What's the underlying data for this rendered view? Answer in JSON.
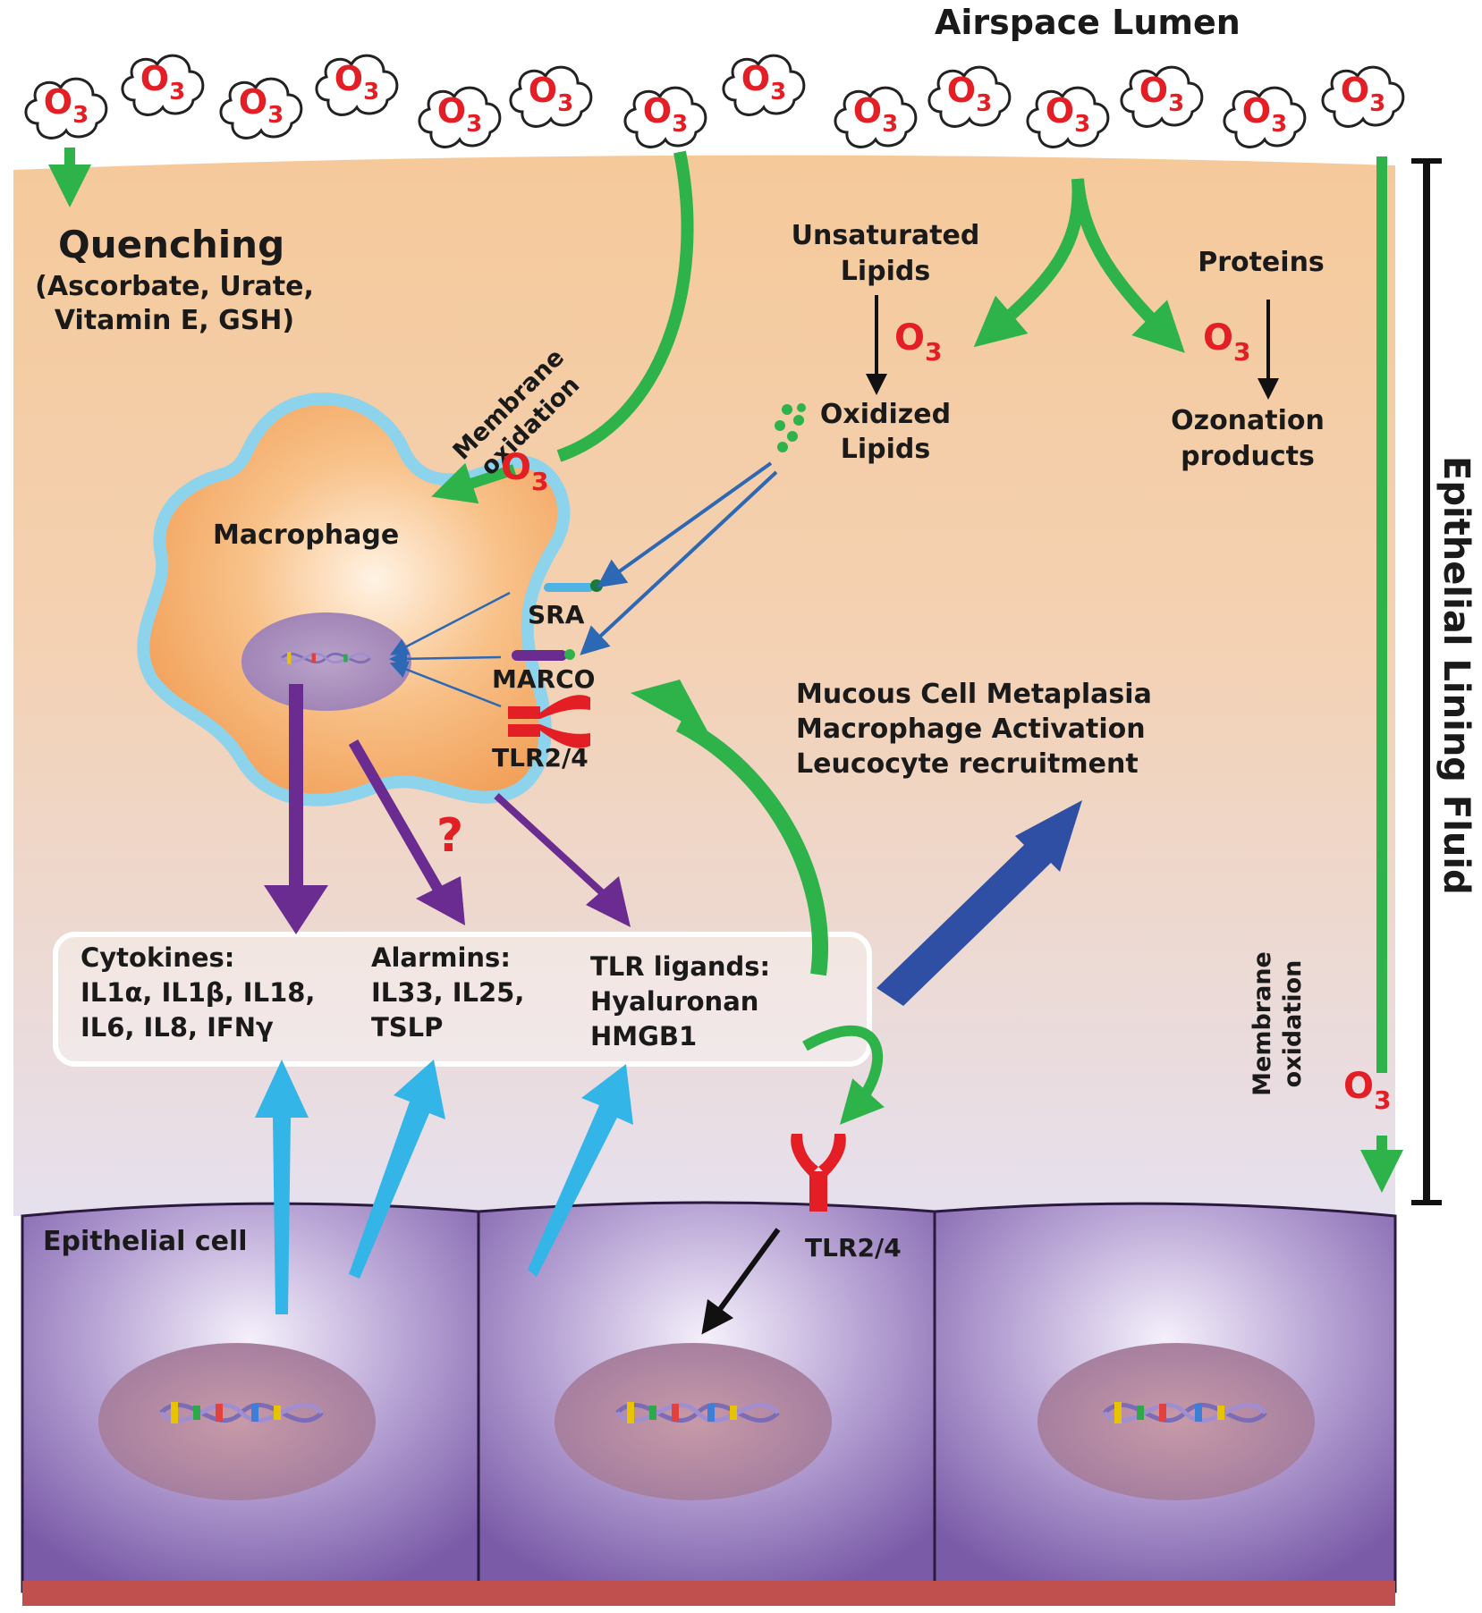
{
  "header": {
    "airspace_lumen": "Airspace Lumen"
  },
  "ozone_symbol": {
    "main": "O",
    "sub": "3"
  },
  "left": {
    "quenching_title": "Quenching",
    "quenching_line1": "(Ascorbate, Urate,",
    "quenching_line2": "Vitamin E, GSH)",
    "membrane_line1": "Membrane",
    "membrane_line2": "oxidation"
  },
  "lipids": {
    "unsaturated_line1": "Unsaturated",
    "unsaturated_line2": "Lipids",
    "oxidized_line1": "Oxidized",
    "oxidized_line2": "Lipids"
  },
  "proteins": {
    "title": "Proteins",
    "products_line1": "Ozonation",
    "products_line2": "products"
  },
  "macrophage": {
    "label": "Macrophage",
    "sra": "SRA",
    "marco": "MARCO",
    "tlr": "TLR2/4",
    "question": "?"
  },
  "effects": {
    "line1": "Mucous Cell Metaplasia",
    "line2": "Macrophage Activation",
    "line3": "Leucocyte recruitment"
  },
  "mediators": {
    "cytokines_title": "Cytokines:",
    "cytokines_line1": "IL1α, IL1β, IL18,",
    "cytokines_line2": "IL6, IL8, IFNγ",
    "alarmins_title": "Alarmins:",
    "alarmins_line1": "IL33, IL25,",
    "alarmins_line2": "TSLP",
    "tlr_title": "TLR ligands:",
    "tlr_line1": "Hyaluronan",
    "tlr_line2": "HMGB1"
  },
  "right": {
    "elf_label": "Epithelial Lining Fluid",
    "membrane_line1": "Membrane",
    "membrane_line2": "oxidation"
  },
  "epithelium": {
    "cell_label": "Epithelial cell",
    "tlr": "TLR2/4"
  },
  "colors": {
    "arrow_green": "#2db34a",
    "ozone_red": "#e31e24",
    "macrophage_arrow": "#6a2c91",
    "epithelial_arrow": "#33b5e8",
    "effect_arrow": "#2e4fa3",
    "receptor_red": "#e31e24"
  }
}
